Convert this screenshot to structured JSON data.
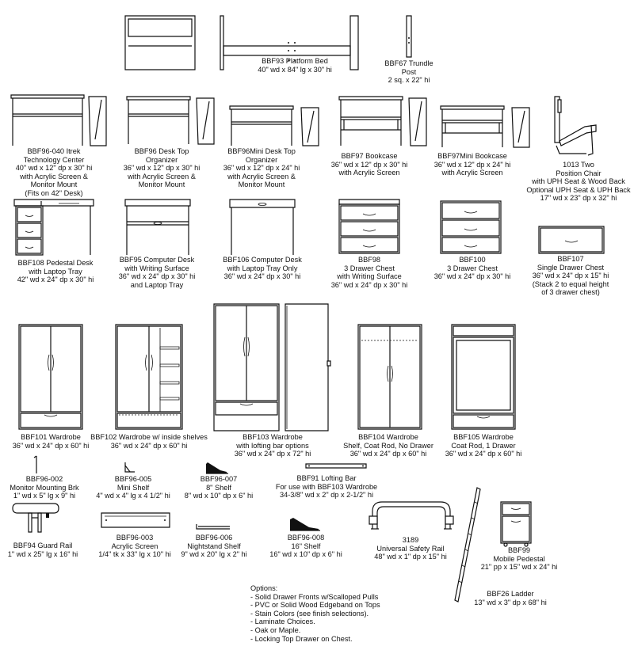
{
  "items": [
    {
      "key": "bbf93",
      "lines": [
        "BBF93 Platform Bed",
        "40\" wd x 84\" lg x 30\" hi"
      ]
    },
    {
      "key": "bbf67",
      "lines": [
        "BBF67 Trundle",
        "Post",
        "2 sq. x 22\" hi"
      ]
    },
    {
      "key": "bbf96_040",
      "lines": [
        "BBF96-040 Itrek",
        "Technology Center",
        "40\" wd x 12\" dp x 30\" hi",
        "with Acrylic Screen &",
        "Monitor Mount",
        "(Fits on 42\" Desk)"
      ]
    },
    {
      "key": "bbf96",
      "lines": [
        "BBF96 Desk Top",
        "Organizer",
        "36\" wd x 12\" dp x 30\" hi",
        "with Acrylic Screen &",
        "Monitor Mount"
      ]
    },
    {
      "key": "bbf96mini",
      "lines": [
        "BBF96Mini Desk Top",
        "Organizer",
        "36\" wd x 12\" dp x 24\" hi",
        "with Acrylic Screen &",
        "Monitor Mount"
      ]
    },
    {
      "key": "bbf97",
      "lines": [
        "BBF97 Bookcase",
        "36\" wd x 12\" dp x 30\" hi",
        "with Acrylic Screen"
      ]
    },
    {
      "key": "bbf97mini",
      "lines": [
        "BBF97Mini Bookcase",
        "36\" wd x 12\" dp x 24\" hi",
        "with Acrylic Screen"
      ]
    },
    {
      "key": "c1013",
      "lines": [
        "1013 Two",
        "Position Chair",
        "with UPH Seat & Wood Back",
        "Optional UPH Seat & UPH Back",
        "17\" wd x 23\" dp x 32\" hi"
      ]
    },
    {
      "key": "bbf108",
      "lines": [
        "BBF108 Pedestal Desk",
        "with Laptop Tray",
        "42\" wd x 24\" dp x 30\" hi"
      ]
    },
    {
      "key": "bbf95",
      "lines": [
        "BBF95 Computer Desk",
        "with Writing Surface",
        "36\" wd x 24\" dp x 30\" hi",
        "and Laptop Tray"
      ]
    },
    {
      "key": "bbf106",
      "lines": [
        "BBF106 Computer Desk",
        "with Laptop Tray Only",
        "36\" wd x 24\" dp x 30\" hi"
      ]
    },
    {
      "key": "bbf98",
      "lines": [
        "BBF98",
        "3 Drawer Chest",
        "with Writing Surface",
        "36\" wd x 24\" dp x 30\" hi"
      ]
    },
    {
      "key": "bbf100",
      "lines": [
        "BBF100",
        "3 Drawer Chest",
        "36\" wd x 24\" dp x 30\" hi"
      ]
    },
    {
      "key": "bbf107",
      "lines": [
        "BBF107",
        "Single Drawer Chest",
        "36\" wd x 24\" dp x 15\" hi",
        "(Stack 2 to equal height",
        "of 3 drawer chest)"
      ]
    },
    {
      "key": "bbf101",
      "lines": [
        "BBF101 Wardrobe",
        "36\" wd x 24\" dp x 60\" hi"
      ]
    },
    {
      "key": "bbf102",
      "lines": [
        "BBF102 Wardrobe w/ inside shelves",
        "36\" wd x 24\" dp x 60\" hi"
      ]
    },
    {
      "key": "bbf103",
      "lines": [
        "BBF103 Wardrobe",
        "with lofting bar options",
        "36\" wd x 24\" dp x 72\" hi"
      ]
    },
    {
      "key": "bbf104",
      "lines": [
        "BBF104 Wardrobe",
        "Shelf, Coat Rod, No Drawer",
        "36\" wd x 24\" dp x 60\" hi"
      ]
    },
    {
      "key": "bbf105",
      "lines": [
        "BBF105 Wardrobe",
        "Coat Rod, 1 Drawer",
        "36\" wd x 24\" dp x 60\" hi"
      ]
    },
    {
      "key": "bbf96_002",
      "lines": [
        "BBF96-002",
        "Monitor Mounting Brk",
        "1\" wd x 5\" lg x 9\" hi"
      ]
    },
    {
      "key": "bbf96_005",
      "lines": [
        "BBF96-005",
        "Mini Shelf",
        "4\" wd x 4\" lg x 4 1/2\" hi"
      ]
    },
    {
      "key": "bbf96_007",
      "lines": [
        "BBF96-007",
        "8\" Shelf",
        "8\" wd x 10\" dp x 6\" hi"
      ]
    },
    {
      "key": "bbf91",
      "lines": [
        "BBF91 Lofting Bar",
        "For use with BBF103 Wardrobe",
        "34-3/8\" wd x 2\" dp x 2-1/2\" hi"
      ]
    },
    {
      "key": "bbf94",
      "lines": [
        "BBF94 Guard Rail",
        "1\" wd x 25\" lg x 16\" hi"
      ]
    },
    {
      "key": "bbf96_003",
      "lines": [
        "BBF96-003",
        "Acrylic Screen",
        "1/4\" tk x 33\" lg x 10\" hi"
      ]
    },
    {
      "key": "bbf96_006",
      "lines": [
        "BBF96-006",
        "Nightstand Shelf",
        "9\" wd x 20\" lg x 2\" hi"
      ]
    },
    {
      "key": "bbf96_008",
      "lines": [
        "BBF96-008",
        "16\" Shelf",
        "16\" wd x 10\" dp x 6\" hi"
      ]
    },
    {
      "key": "r3189",
      "lines": [
        "3189",
        "Universal Safety Rail",
        "48\" wd x 1\" dp x 15\" hi"
      ]
    },
    {
      "key": "bbf99",
      "lines": [
        "BBF99",
        "Mobile Pedestal",
        "21\" pp x 15\" wd x 24\" hi"
      ]
    },
    {
      "key": "bbf26",
      "lines": [
        "BBF26 Ladder",
        "13\" wd x 3\" dp x 68\" hi"
      ]
    }
  ],
  "options": {
    "title": "Options:",
    "lines": [
      "- Solid Drawer Fronts w/Scalloped Pulls",
      "- PVC or Solid Wood Edgeband on Tops",
      "- Stain Colors (see finish selections).",
      "- Laminate Choices.",
      "- Oak or Maple.",
      "- Locking Top Drawer on Chest."
    ]
  }
}
